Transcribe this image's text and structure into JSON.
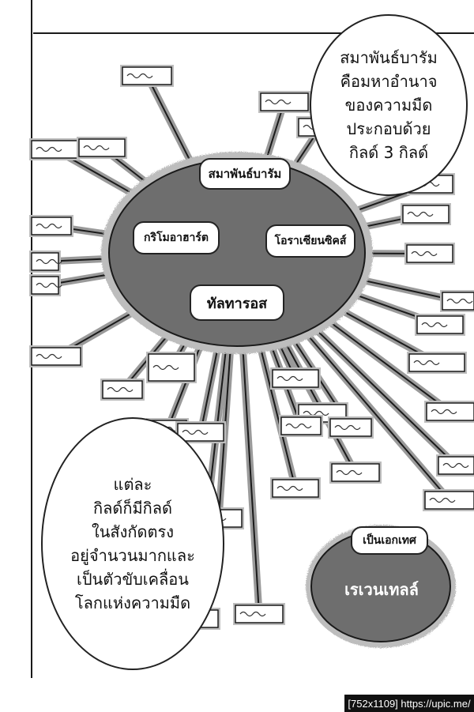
{
  "diagram": {
    "center_title": "สมาพันธ์บารัม",
    "guilds": {
      "left": "กริโมอาฮาร์ต",
      "right": "โอราเซียนซิคส์",
      "bottom": "ทัลทารอส"
    },
    "independent": {
      "badge": "เป็นเอกเทศ",
      "name": "เรเวนเทลล์"
    }
  },
  "bubbles": {
    "top_right": [
      "สมาพันธ์บารัม",
      "คือมหาอำนาจ",
      "ของความมืด",
      "ประกอบด้วย",
      "กิลด์ 3 กิลด์"
    ],
    "bottom_left": [
      "แต่ละ",
      "กิลด์ก็มีกิลด์",
      "ในสังกัดตรง",
      "อยู่จำนวนมากและ",
      "เป็นตัวขับเคลื่อน",
      "โลกแห่งความมืด"
    ]
  },
  "credit": "[752x1109] https://upic.me/",
  "colors": {
    "ink": "#1a1a1a",
    "tone": "#6e6e6e",
    "paper": "#ffffff",
    "halo": "#bdbdbd"
  }
}
